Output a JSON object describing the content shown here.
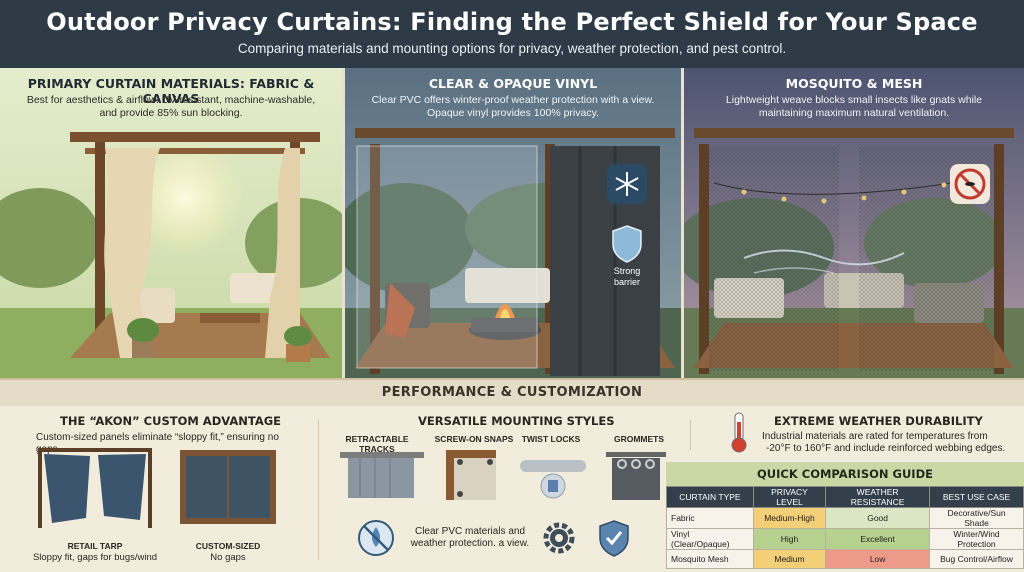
{
  "header": {
    "title": "Outdoor Privacy Curtains: Finding the Perfect Shield for Your Space",
    "subtitle": "Comparing materials and mounting options for privacy, weather protection, and pest control."
  },
  "panels": [
    {
      "title": "PRIMARY CURTAIN MATERIALS: FABRIC & CANVAS",
      "description": "Best for aesthetics & airflow. UV-resistant, machine-washable, and provide 85% sun blocking."
    },
    {
      "title": "CLEAR & OPAQUE VINYL",
      "description": "Clear PVC offers winter-proof weather protection with a view. Opaque vinyl provides 100% privacy.",
      "badge_label": "Strong barrier"
    },
    {
      "title": "MOSQUITO & MESH",
      "description": "Lightweight weave blocks small insects like gnats while maintaining maximum natural ventilation."
    }
  ],
  "performance_band": "PERFORMANCE & CUSTOMIZATION",
  "akon": {
    "title": "THE “AKON” CUSTOM ADVANTAGE",
    "text": "Custom-sized panels eliminate “sloppy fit,” ensuring no gaps.",
    "left_label": "RETAIL TARP",
    "left_caption": "Sloppy fit, gaps for bugs/wind",
    "right_label": "CUSTOM-SIZED",
    "right_caption": "No gaps"
  },
  "mounting": {
    "title": "VERSATILE MOUNTING STYLES",
    "styles": [
      "RETRACTABLE TRACKS",
      "SCREW-ON SNAPS",
      "TWIST LOCKS",
      "GROMMETS"
    ],
    "note": "Clear PVC materials and weather protection. a view."
  },
  "weather": {
    "title": "EXTREME WEATHER DURABILITY",
    "text_line1": "Industrial materials are rated for temperatures from",
    "text_line2": "-20°F to 160°F and include reinforced webbing edges."
  },
  "comparison": {
    "title": "QUICK COMPARISON GUIDE",
    "headers": [
      "CURTAIN TYPE",
      "PRIVACY LEVEL",
      "WEATHER RESISTANCE",
      "BEST USE CASE"
    ],
    "rows": [
      [
        "Fabric",
        "Medium-High",
        "Good",
        "Decorative/Sun Shade"
      ],
      [
        "Vinyl (Clear/Opaque)",
        "High",
        "Excellent",
        "Winter/Wind Protection"
      ],
      [
        "Mosquito Mesh",
        "Medium",
        "Low",
        "Bug Control/Airflow"
      ]
    ]
  },
  "colors": {
    "header_bg": "#2e3b47",
    "table_header": "#33404b",
    "guide_green": "#c9d9a6",
    "level_high": "#b7d18e",
    "level_medium": "#f3cf77",
    "level_low": "#ee9a88"
  },
  "icons": [
    "snowflake-icon",
    "shield-icon",
    "no-mosquito-icon",
    "thermometer-icon",
    "no-water-icon",
    "gear-icon",
    "shield-check-icon"
  ]
}
